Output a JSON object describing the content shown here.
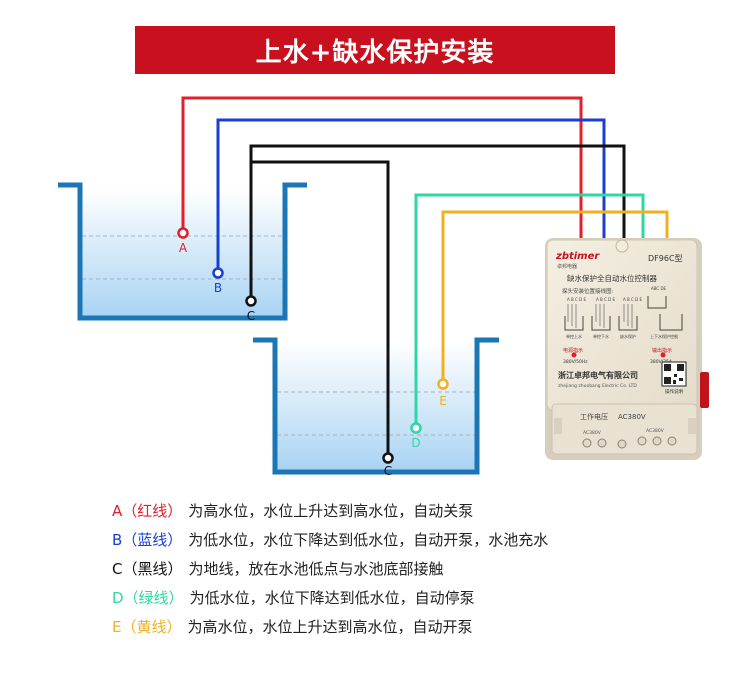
{
  "title": "上水+缺水保护安装",
  "colors": {
    "banner": "#c8101e",
    "red": "#e0202a",
    "blue": "#1a3fd0",
    "black": "#111111",
    "green": "#2fd6a6",
    "yellow": "#f0b020",
    "tank": "#1b76b5"
  },
  "probes": {
    "A": "A",
    "B": "B",
    "C1": "C",
    "C2": "C",
    "D": "D",
    "E": "E"
  },
  "device": {
    "brand": "zbtimer",
    "brand_sub": "卓邦电器",
    "model": "DF96C型",
    "name": "缺水保护全自动水位控制器",
    "probe_note": "探头安装位置接线图:",
    "terminals_a": "A B C D E",
    "terminals_b": "A B C D E",
    "terminals_c": "A B C D E",
    "terminals_d": "ABC  DE",
    "cap1": "单控上水",
    "cap2": "单控下水",
    "cap3": "缺水保护",
    "cap4": "上下水保护控制",
    "power_label": "电源指示",
    "power_value": "380V/50Hz",
    "pump_label": "输出指示",
    "pump_value": "380V/25A",
    "company": "浙江卓邦电气有限公司",
    "company_en": "zhejiang zhuobang Electric Co. LTD",
    "guide": "操作说明",
    "voltage_label": "工作电压",
    "voltage_value": "AC380V",
    "term_left": "AC380V",
    "term_right": "AC380V"
  },
  "legend": [
    {
      "tag": "A（红线）",
      "text": "为高水位，水位上升达到高水位，自动关泵",
      "color": "#e0202a"
    },
    {
      "tag": "B（蓝线）",
      "text": "为低水位，水位下降达到低水位，自动开泵，水池充水",
      "color": "#1a3fd0"
    },
    {
      "tag": "C（黑线）",
      "text": "为地线，放在水池低点与水池底部接触",
      "color": "#111111"
    },
    {
      "tag": "D（绿线）",
      "text": "为低水位，水位下降达到低水位，自动停泵",
      "color": "#2fd6a6"
    },
    {
      "tag": "E（黄线）",
      "text": "为高水位，水位上升达到高水位，自动开泵",
      "color": "#f0b020"
    }
  ]
}
